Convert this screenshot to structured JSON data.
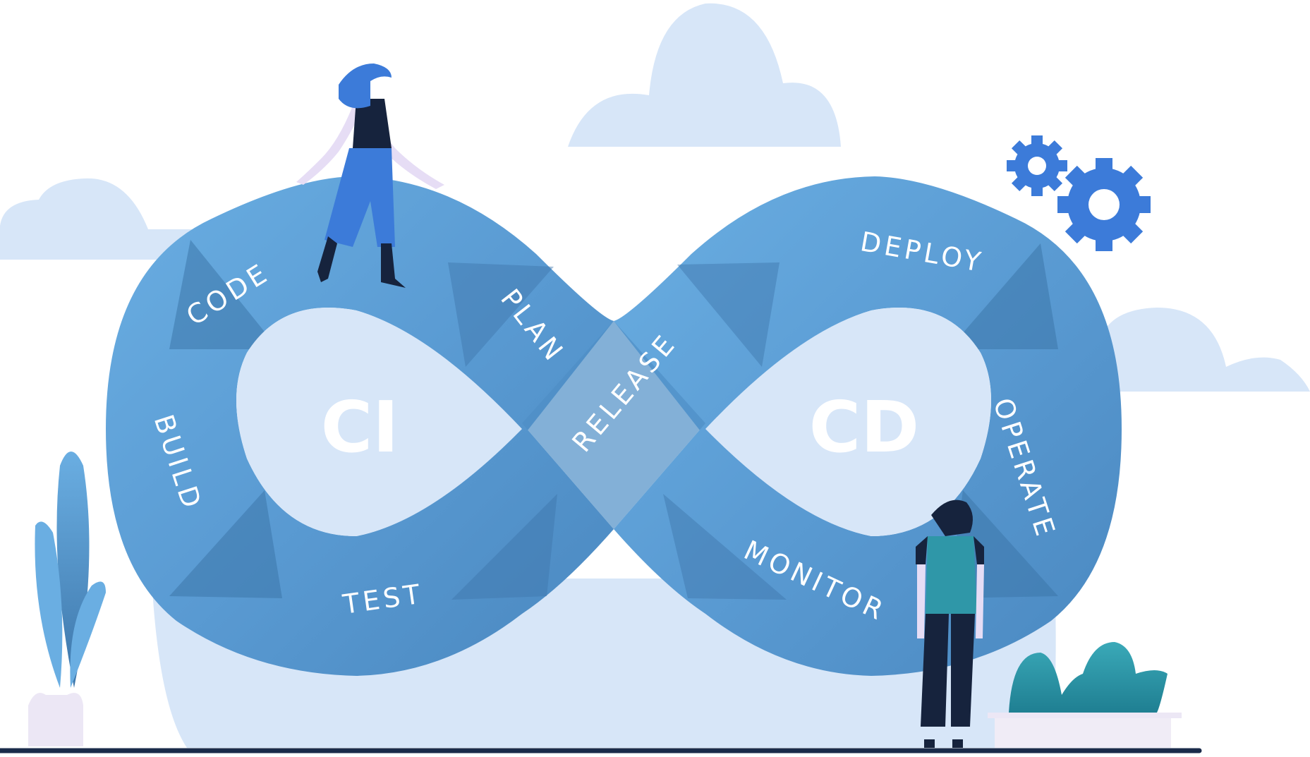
{
  "diagram": {
    "center_labels": {
      "left": "CI",
      "right": "CD"
    },
    "stages": {
      "code": "CODE",
      "plan": "PLAN",
      "build": "BUILD",
      "test": "TEST",
      "release": "RELEASE",
      "deploy": "DEPLOY",
      "operate": "OPERATE",
      "monitor": "MONITOR"
    }
  },
  "colors": {
    "loop_light": "#6aaee2",
    "loop_mid": "#4f8fc6",
    "loop_dark": "#3d76aa",
    "inner_fill": "#d7e6f8",
    "cloud": "#d7e6f8",
    "gear": "#3c7bd9",
    "ground": "#1a2b4a",
    "teal": "#2f97a8",
    "navy": "#16233d"
  },
  "icons": [
    "gear-icon",
    "gear-icon",
    "cloud-icon",
    "plant-icon",
    "person-icon"
  ]
}
